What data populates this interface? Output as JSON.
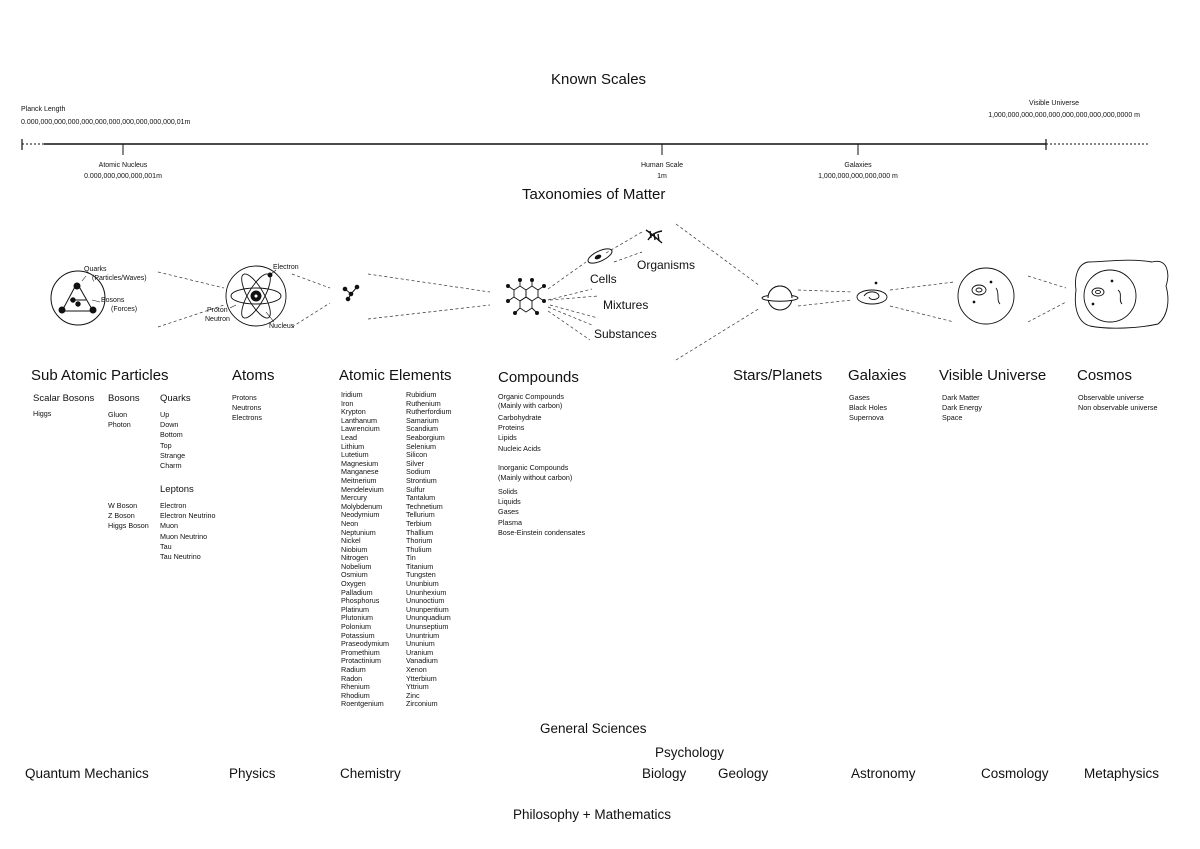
{
  "scales": {
    "title": "Known Scales",
    "planck": {
      "label": "Planck Length",
      "value": "0.000,000,000,000,000,000,000,000,000,000,000,01m"
    },
    "visible": {
      "label": "Visible Universe",
      "value": "1,000,000,000,000,000,000,000,000,000,0000 m"
    },
    "nucleus": {
      "label": "Atomic Nucleus",
      "value": "0.000,000,000,000,001m"
    },
    "human": {
      "label": "Human Scale",
      "value": "1m"
    },
    "galaxies": {
      "label": "Galaxies",
      "value": "1,000,000,000,000,000 m"
    }
  },
  "taxonomy": {
    "title": "Taxonomies of Matter",
    "labels": {
      "quarks": "Quarks",
      "quarks_sub": "(Particles/Waves)",
      "bosons": "Bosons",
      "bosons_sub": "(Forces)",
      "electron": "Electron",
      "proton": "Proton",
      "neutron": "Neutron",
      "nucleus": "Nucleus",
      "cells": "Cells",
      "organisms": "Organisms",
      "mixtures": "Mixtures",
      "substances": "Substances"
    }
  },
  "columns": {
    "subatomic": {
      "title": "Sub Atomic Particles",
      "scalar_title": "Scalar Bosons",
      "scalar_items": [
        "Higgs"
      ],
      "bosons_title": "Bosons",
      "bosons_items": [
        "Gluon",
        "Photon"
      ],
      "bosons_items2": [
        "W Boson",
        "Z Boson",
        "Higgs Boson"
      ],
      "quarks_title": "Quarks",
      "quarks_items": [
        "Up",
        "Down",
        "Bottom",
        "Top",
        "Strange",
        "Charm"
      ],
      "leptons_title": "Leptons",
      "leptons_items": [
        "Electron",
        "Electron Neutrino",
        "Muon",
        "Muon Neutrino",
        "Tau",
        "Tau Neutrino"
      ]
    },
    "atoms": {
      "title": "Atoms",
      "items": [
        "Protons",
        "Neutrons",
        "Electrons"
      ]
    },
    "elements": {
      "title": "Atomic Elements",
      "col1": [
        "Iridium",
        "Iron",
        "Krypton",
        "Lanthanum",
        "Lawrencium",
        "Lead",
        "Lithium",
        "Lutetium",
        "Magnesium",
        "Manganese",
        "Meitnerium",
        "Mendelevium",
        "Mercury",
        "Molybdenum",
        "Neodymium",
        "Neon",
        "Neptunium",
        "Nickel",
        "Niobium",
        "Nitrogen",
        "Nobelium",
        "Osmium",
        "Oxygen",
        "Palladium",
        "Phosphorus",
        "Platinum",
        "Plutonium",
        "Polonium",
        "Potassium",
        "Praseodymium",
        "Promethium",
        "Protactinium",
        "Radium",
        "Radon",
        "Rhenium",
        "Rhodium",
        "Roentgenium"
      ],
      "col2": [
        "Rubidium",
        "Ruthenium",
        "Rutherfordium",
        "Samarium",
        "Scandium",
        "Seaborgium",
        "Selenium",
        "Silicon",
        "Silver",
        "Sodium",
        "Strontium",
        "Sulfur",
        "Tantalum",
        "Technetium",
        "Tellurium",
        "Terbium",
        "Thallium",
        "Thorium",
        "Thulium",
        "Tin",
        "Titanium",
        "Tungsten",
        "Ununbium",
        "Ununhexium",
        "Ununoctium",
        "Ununpentium",
        "Ununquadium",
        "Ununseptium",
        "Ununtrium",
        "Ununium",
        "Uranium",
        "Vanadium",
        "Xenon",
        "Ytterbium",
        "Yttrium",
        "Zinc",
        "Zirconium"
      ]
    },
    "compounds": {
      "title": "Compounds",
      "organic_title": "Organic Compounds",
      "organic_sub": "(Mainly with carbon)",
      "organic_items": [
        "Carbohydrate",
        "Proteins",
        "Lipids",
        "Nucleic Acids"
      ],
      "inorganic_title": "Inorganic Compounds",
      "inorganic_sub": "(Mainly without carbon)",
      "inorganic_items": [
        "Solids",
        "Liquids",
        "Gases",
        "Plasma",
        "Bose-Einstein condensates"
      ]
    },
    "stars": {
      "title": "Stars/Planets"
    },
    "galaxies": {
      "title": "Galaxies",
      "items": [
        "Gases",
        "Black Holes",
        "Supernova"
      ]
    },
    "visible": {
      "title": "Visible Universe",
      "items": [
        "Dark Matter",
        "Dark Energy",
        "Space"
      ]
    },
    "cosmos": {
      "title": "Cosmos",
      "items": [
        "Observable universe",
        "Non observable universe"
      ]
    }
  },
  "sciences": {
    "title": "General Sciences",
    "psychology": "Psychology",
    "quantum": "Quantum Mechanics",
    "physics": "Physics",
    "chemistry": "Chemistry",
    "biology": "Biology",
    "geology": "Geology",
    "astronomy": "Astronomy",
    "cosmology": "Cosmology",
    "metaphysics": "Metaphysics",
    "footer": "Philosophy + Mathematics"
  }
}
